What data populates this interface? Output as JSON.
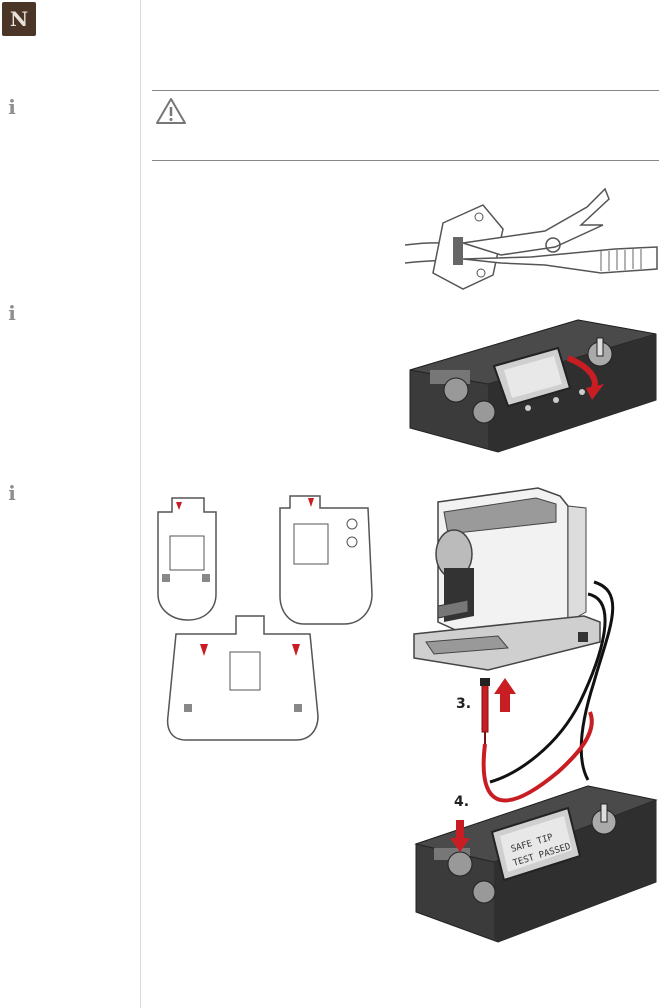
{
  "brand": {
    "logo_letter": "N"
  },
  "sidebar": {
    "info_icons": [
      {
        "glyph": "i",
        "icon": "info-icon"
      },
      {
        "glyph": "i",
        "icon": "info-icon"
      },
      {
        "glyph": "i",
        "icon": "info-icon"
      }
    ]
  },
  "warning": {
    "icon": "warning-triangle-icon"
  },
  "figures": {
    "step_labels": [
      "3.",
      "4."
    ],
    "tester_screen_line1": "SAFE TIP",
    "tester_screen_line2": "TEST PASSED"
  },
  "colors": {
    "logo_bg": "#4a3527",
    "probe_red": "#c81e23",
    "device_dark": "#3b3b3b",
    "rule": "#888888"
  }
}
